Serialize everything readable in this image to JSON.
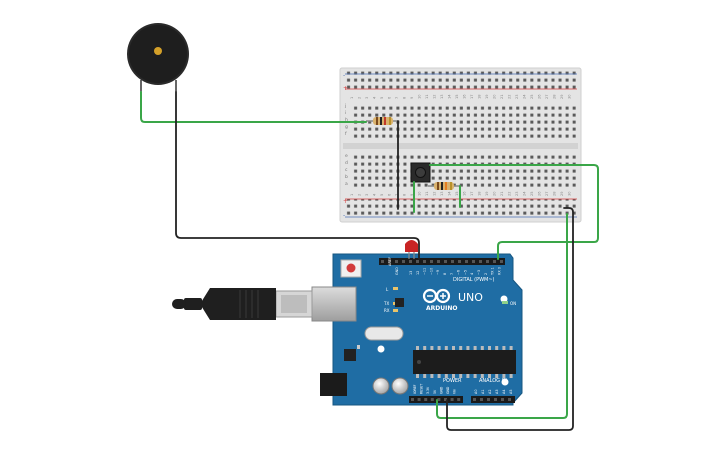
{
  "board": {
    "brand": "ARDUINO",
    "model": "UNO",
    "digital_label": "DIGITAL (PWM~)",
    "power_label": "POWER",
    "analog_label": "ANALOG IN",
    "on_label": "ON",
    "l_label": "L",
    "tx_label": "TX",
    "rx_label": "RX",
    "aref_label": "AREF",
    "gnd_label": "GND",
    "digital_pins": [
      "13",
      "12",
      "~11",
      "~10",
      "~9",
      "8",
      "7",
      "~6",
      "~5",
      "4",
      "~3",
      "2",
      "TX 1",
      "RX 0"
    ],
    "power_pins": [
      "IOREF",
      "RESET",
      "3.3V",
      "5V",
      "GND",
      "GND",
      "Vin"
    ],
    "analog_pins": [
      "A0",
      "A1",
      "A2",
      "A3",
      "A4",
      "A5"
    ]
  },
  "breadboard": {
    "rail_plus": "+",
    "rail_minus": "-",
    "row_letters_top": [
      "j",
      "i",
      "h",
      "g",
      "f"
    ],
    "row_letters_bottom": [
      "e",
      "d",
      "c",
      "b",
      "a"
    ],
    "columns": 30
  },
  "colors": {
    "wire_green": "#3aa648",
    "wire_black": "#222222",
    "board_blue": "#1f6da4",
    "breadboard": "#e6e6e6",
    "rail_red": "#d43d3d",
    "rail_blue": "#4a6fb5"
  }
}
